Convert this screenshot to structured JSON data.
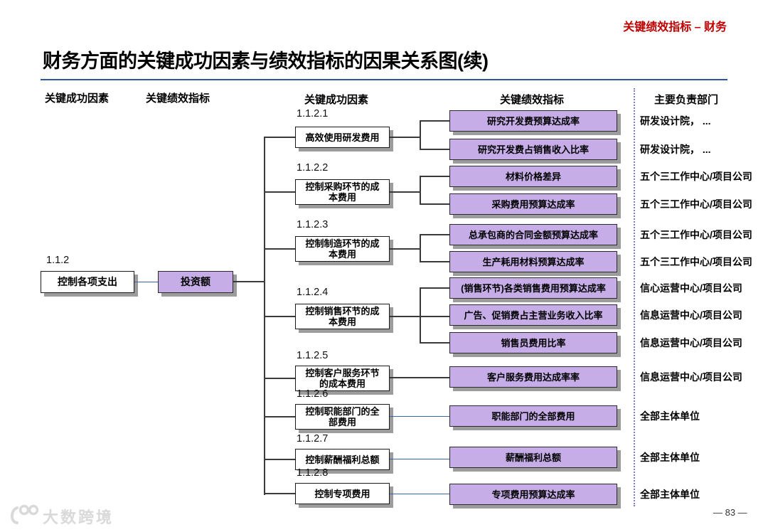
{
  "page": {
    "corner_tag": "关键绩效指标 – 财务",
    "title": "财务方面的关键成功因素与绩效指标的因果关系图(续)",
    "page_number": "— 83 —",
    "watermark": "大数跨境"
  },
  "columns": {
    "left_csf": "关键成功因素",
    "left_kpi": "关键绩效指标",
    "mid_csf": "关键成功因素",
    "mid_kpi": "关键绩效指标",
    "dept": "主要负责部门"
  },
  "root": {
    "code": "1.1.2",
    "csf": "控制各项支出",
    "kpi": "投资额"
  },
  "csf_rows": [
    {
      "code": "1.1.2.1",
      "label": "高效使用研发费用"
    },
    {
      "code": "1.1.2.2",
      "label": "控制采购环节的成本费用"
    },
    {
      "code": "1.1.2.3",
      "label": "控制制造环节的成本费用"
    },
    {
      "code": "1.1.2.4",
      "label": "控制销售环节的成本费用"
    },
    {
      "code": "1.1.2.5",
      "label": "控制客户服务环节的成本费用"
    },
    {
      "code": "1.1.2.6",
      "label": "控制职能部门的全部费用"
    },
    {
      "code": "1.1.2.7",
      "label": "控制薪酬福利总额"
    },
    {
      "code": "1.1.2.8",
      "label": "控制专项费用"
    }
  ],
  "kpis": [
    {
      "label": "研究开发费预算达成率",
      "dept": "研发设计院， ..."
    },
    {
      "label": "研究开发费占销售收入比率",
      "dept": "研发设计院， ..."
    },
    {
      "label": "材料价格差异",
      "dept": "五个三工作中心/项目公司"
    },
    {
      "label": "采购费用预算达成率",
      "dept": "五个三工作中心/项目公司"
    },
    {
      "label": "总承包商的合同金额预算达成率",
      "dept": "五个三工作中心/项目公司"
    },
    {
      "label": "生产耗用材料预算达成率",
      "dept": "五个三工作中心/项目公司"
    },
    {
      "label": "(销售环节)各类销售费用预算达成率",
      "dept": "信心运营中心/项目公司"
    },
    {
      "label": "广告、促销费占主营业务收入比率",
      "dept": "信息运营中心/项目公司"
    },
    {
      "label": "销售员费用比率",
      "dept": "信息运营中心/项目公司"
    },
    {
      "label": "客户服务费用达成率率",
      "dept": "信息运营中心/项目公司"
    },
    {
      "label": "职能部门的全部费用",
      "dept": "全部主体单位"
    },
    {
      "label": "薪酬福利总额",
      "dept": "全部主体单位"
    },
    {
      "label": "专项费用预算达成率",
      "dept": "全部主体单位"
    }
  ],
  "colors": {
    "kpi_fill": "#c6ade8",
    "accent_red": "#c00000",
    "rule_blue": "#2e5597",
    "connector_blue": "#3a66a8",
    "connector_black": "#3a3a3a",
    "shadow_gray": "#9c9c9c"
  }
}
